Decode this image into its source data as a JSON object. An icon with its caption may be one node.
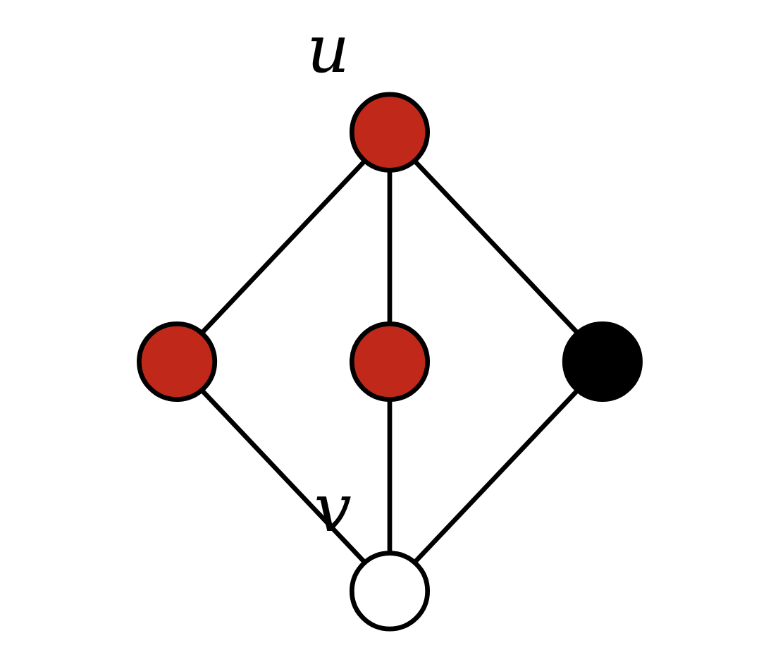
{
  "diagram": {
    "nodes": [
      {
        "text": [],
        "shape": "circle",
        "beside": [
          "u"
        ]
      },
      {
        "text": [],
        "shape": "circle"
      },
      {
        "text": [],
        "shape": "circle"
      },
      {
        "text": [],
        "shape": "circle"
      },
      {
        "text": [],
        "shape": "circle",
        "beside": [
          "v"
        ]
      }
    ],
    "edges": [
      {
        "from": 0,
        "to": 1,
        "arrow": "none"
      },
      {
        "from": 0,
        "to": 2,
        "arrow": "none"
      },
      {
        "from": 0,
        "to": 3,
        "arrow": "none"
      },
      {
        "from": 1,
        "to": 4,
        "arrow": "none"
      },
      {
        "from": 2,
        "to": 4,
        "arrow": "none"
      },
      {
        "from": 3,
        "to": 4,
        "arrow": "none"
      }
    ]
  }
}
